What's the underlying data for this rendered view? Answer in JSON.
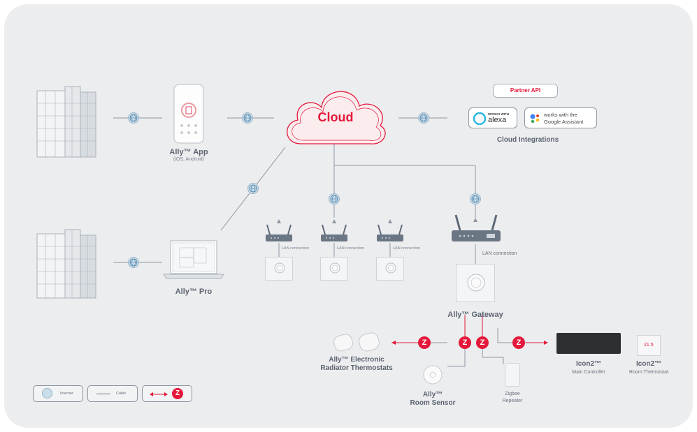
{
  "cloud": {
    "label": "Cloud"
  },
  "partner_api": {
    "label": "Partner API"
  },
  "alexa": {
    "works_with": "WORKS WITH",
    "name": "alexa"
  },
  "google": {
    "line1": "works with the",
    "line2": "Google Assistant"
  },
  "cloud_integrations": {
    "label": "Cloud Integrations"
  },
  "ally_app": {
    "title": "Ally™ App",
    "subtitle": "(iOS, Android)"
  },
  "ally_pro": {
    "title": "Ally™ Pro"
  },
  "lan": {
    "small_label": "LAN connection",
    "gateway_label": "LAN connection"
  },
  "gateway": {
    "title": "Ally™ Gateway"
  },
  "radiator": {
    "line1": "Ally™ Electronic",
    "line2": "Radiator Thermostats"
  },
  "room_sensor": {
    "line1": "Ally™",
    "line2": "Room Sensor"
  },
  "zigbee_repeater": {
    "line1": "Zigbee",
    "line2": "Repeater"
  },
  "icon2_main": {
    "title": "Icon2™",
    "subtitle": "Main Controller"
  },
  "icon2_room": {
    "title": "Icon2™",
    "subtitle": "Room Thermostat"
  },
  "legend": {
    "internet": "Internet",
    "cable": "Cable"
  },
  "zigbee_symbol": "Z",
  "colors": {
    "panel": "#ecedef",
    "accent_red": "#e4183a",
    "text": "#5b6470",
    "globe": "#c9ddeb"
  }
}
